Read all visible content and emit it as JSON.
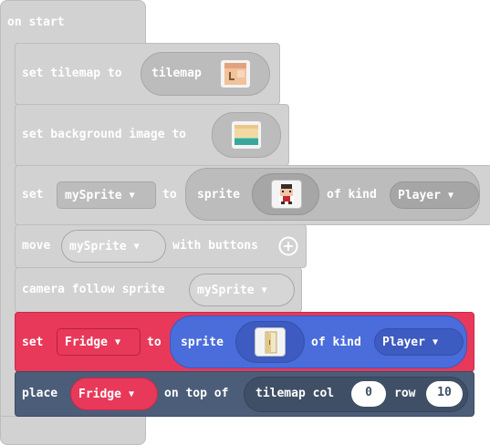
{
  "on_start": {
    "label": "on start"
  },
  "set_tilemap": {
    "label": "set tilemap to",
    "value_label": "tilemap"
  },
  "set_background": {
    "label": "set background image to"
  },
  "set_mysprite": {
    "set_label": "set",
    "variable": "mySprite",
    "to_label": "to",
    "sprite_label": "sprite",
    "of_kind_label": "of kind",
    "kind": "Player"
  },
  "move": {
    "label": "move",
    "variable": "mySprite",
    "with_buttons_label": "with buttons"
  },
  "camera": {
    "label": "camera follow sprite",
    "variable": "mySprite"
  },
  "set_fridge": {
    "set_label": "set",
    "variable": "Fridge",
    "to_label": "to",
    "sprite_label": "sprite",
    "of_kind_label": "of kind",
    "kind": "Player"
  },
  "place": {
    "label": "place",
    "variable": "Fridge",
    "on_top_label": "on top of",
    "tilemap_col_label": "tilemap col",
    "col": "0",
    "row_label": "row",
    "row": "10"
  },
  "colors": {
    "loops_gray": "#d2d2d2",
    "variables_red": "#e8395a",
    "sprites_blue": "#4b6ddb",
    "scene_slate": "#4b5d78"
  },
  "icons": {
    "dropdown": "chevron-down-icon",
    "add": "plus-circle-icon"
  }
}
